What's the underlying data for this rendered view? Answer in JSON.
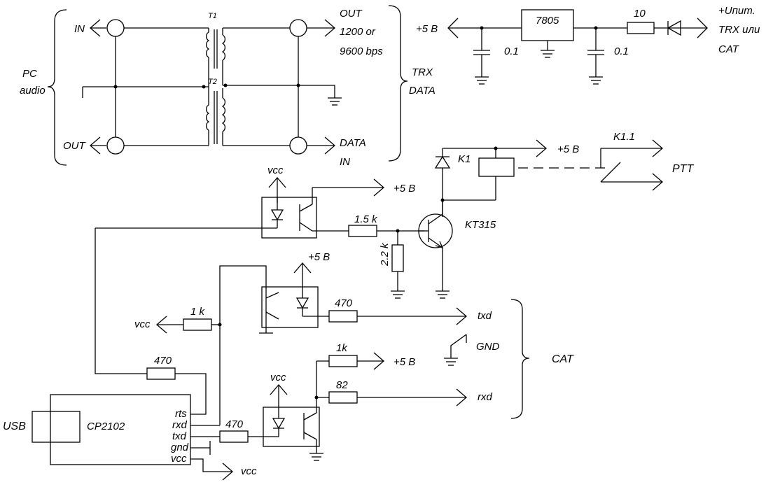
{
  "labels": {
    "pc": "PC",
    "audio": "audio",
    "in_left": "IN",
    "out_left": "OUT",
    "t1": "T1",
    "t2": "T2",
    "out_right": "OUT",
    "baud_1": "1200 or",
    "baud_2": "9600 bps",
    "trx": "TRX",
    "data": "DATA",
    "data_in_1": "DATA",
    "data_in_2": "IN",
    "reg_out": "+5 B",
    "reg_name": "7805",
    "cap1": "0.1",
    "cap2": "0.1",
    "res_10": "10",
    "supply_1": "+Uпит.",
    "supply_2": "TRX или",
    "supply_3": "CAT",
    "k1": "K1",
    "k1_pwr": "+5 B",
    "k11": "K1.1",
    "ptt": "PTT",
    "vcc_top": "vcc",
    "opto1_out": "+5 B",
    "res_1k5": "1.5 k",
    "res_2k2": "2.2 k",
    "transistor": "KT315",
    "opto2_pwr": "+5 B",
    "res_470_txd": "470",
    "txd": "txd",
    "vcc_1k": "vcc",
    "res_1k": "1 k",
    "res_1k_b": "1k",
    "rxd_pwr": "+5 B",
    "gnd": "GND",
    "cat": "CAT",
    "res_470_rts": "470",
    "res_82": "82",
    "rxd": "rxd",
    "vcc_opto3": "vcc",
    "usb": "USB",
    "chip": "CP2102",
    "pin_rts": "rts",
    "pin_rxd": "rxd",
    "pin_txd": "txd",
    "pin_gnd": "gnd",
    "pin_vcc": "vcc",
    "res_470_txd2": "470",
    "vcc_bottom": "vcc"
  }
}
